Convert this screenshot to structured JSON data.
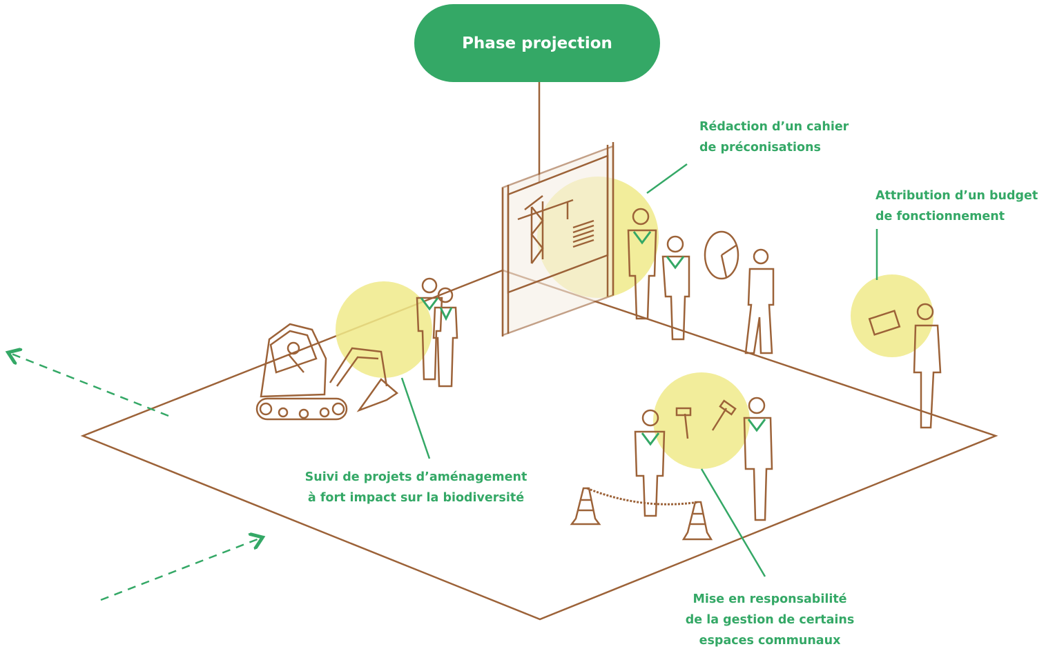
{
  "colors": {
    "accent_green": "#34a866",
    "outline_brown": "#9c6238",
    "highlight_yellow": "#f0ea8a"
  },
  "title": "Phase projection",
  "labels": {
    "redaction": [
      "Rédaction d’un cahier",
      "de préconisations"
    ],
    "budget": [
      "Attribution d’un budget",
      "de fonctionnement"
    ],
    "suivi": [
      "Suivi de projets d’aménagement",
      "à fort impact sur la biodiversité"
    ],
    "mise": [
      "Mise en responsabilité",
      "de la gestion de certains",
      "espaces communaux"
    ]
  },
  "icons": {
    "excavator": "excavator-icon",
    "board": "construction-board-icon",
    "cones": "traffic-cone-icon",
    "arrows": "dashed-arrow-icon"
  }
}
